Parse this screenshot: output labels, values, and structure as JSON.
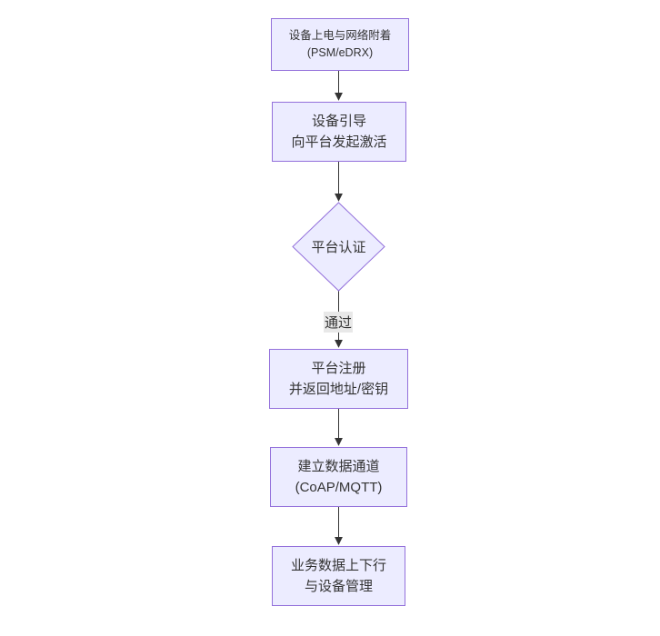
{
  "flowchart": {
    "type": "flowchart",
    "direction": "top-down",
    "nodes": [
      {
        "id": "step1",
        "shape": "rect",
        "line1": "设备上电与网络附着",
        "line2": "(PSM/eDRX)"
      },
      {
        "id": "step2",
        "shape": "rect",
        "line1": "设备引导",
        "line2": "向平台发起激活"
      },
      {
        "id": "decision",
        "shape": "diamond",
        "line1": "平台认证",
        "line2": ""
      },
      {
        "id": "step3",
        "shape": "rect",
        "line1": "平台注册",
        "line2": "并返回地址/密钥"
      },
      {
        "id": "step4",
        "shape": "rect",
        "line1": "建立数据通道",
        "line2": "(CoAP/MQTT)"
      },
      {
        "id": "step5",
        "shape": "rect",
        "line1": "业务数据上下行",
        "line2": "与设备管理"
      }
    ],
    "edges": [
      {
        "from": "step1",
        "to": "step2",
        "label": ""
      },
      {
        "from": "step2",
        "to": "decision",
        "label": ""
      },
      {
        "from": "decision",
        "to": "step3",
        "label": "通过"
      },
      {
        "from": "step3",
        "to": "step4",
        "label": ""
      },
      {
        "from": "step4",
        "to": "step5",
        "label": ""
      }
    ],
    "colors": {
      "node_fill": "#ececff",
      "node_border": "#9370db",
      "edge_line": "#333333",
      "text": "#333333",
      "edge_label_bg": "#e8e8e8",
      "background": "#ffffff"
    }
  }
}
